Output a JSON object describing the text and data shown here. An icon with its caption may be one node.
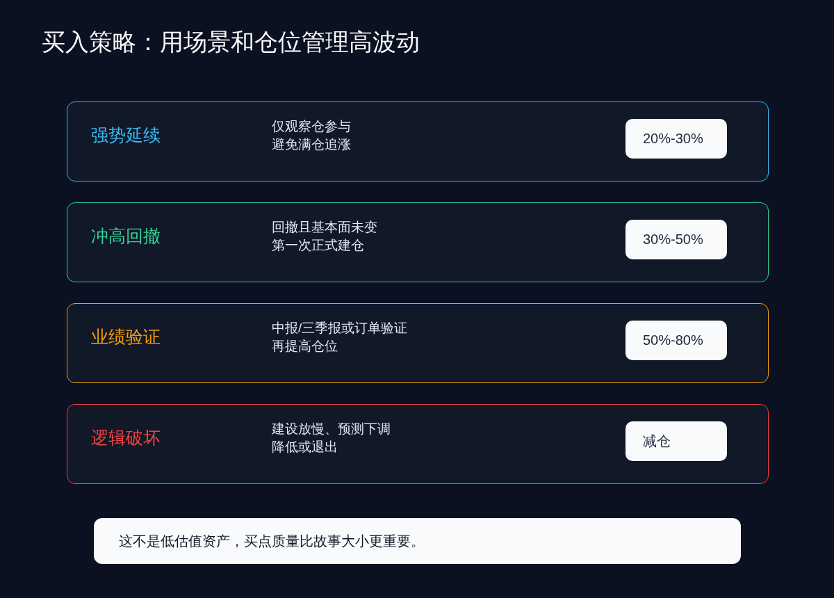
{
  "diagram": {
    "title": "买入策略：用场景和仓位管理高波动",
    "nodes": [
      {
        "text": [
          "强势延续",
          "仅观察仓参与",
          "避免满仓追涨"
        ]
      },
      {
        "text": [
          "20%-30%"
        ],
        "in": 0
      },
      {
        "text": [
          "冲高回撤",
          "回撤且基本面未变",
          "第一次正式建仓"
        ]
      },
      {
        "text": [
          "30%-50%"
        ],
        "in": 2
      },
      {
        "text": [
          "业绩验证",
          "中报/三季报或订单验证",
          "再提高仓位"
        ]
      },
      {
        "text": [
          "50%-80%"
        ],
        "in": 4
      },
      {
        "text": [
          "逻辑破坏",
          "建设放慢、预测下调",
          "降低或退出"
        ]
      },
      {
        "text": [
          "减仓"
        ],
        "in": 6
      },
      {
        "text": [
          "这不是低估值资产，买点质量比故事大小更重要。"
        ]
      }
    ]
  }
}
